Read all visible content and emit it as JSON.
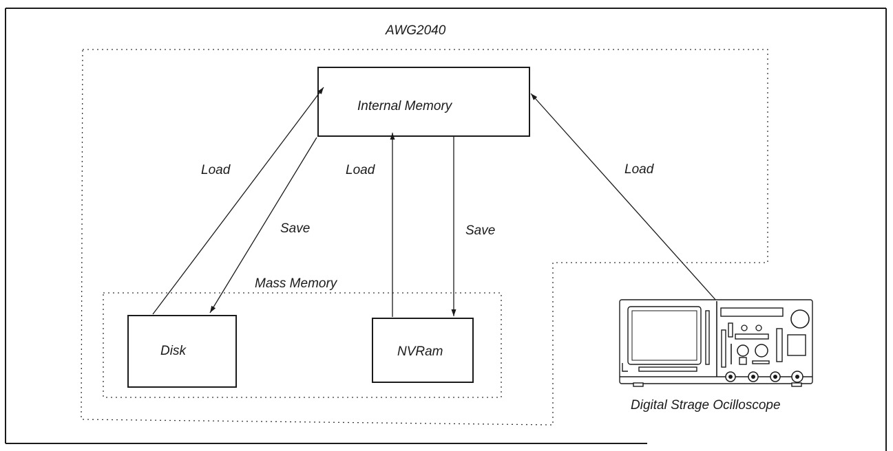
{
  "diagram": {
    "system_label": "AWG2040",
    "internal_memory_label": "Internal Memory",
    "mass_memory_label": "Mass Memory",
    "disk_label": "Disk",
    "nvram_label": "NVRam",
    "oscilloscope_label": "Digital Strage Ocilloscope",
    "arrows": {
      "disk_load": "Load",
      "disk_save": "Save",
      "nvram_load": "Load",
      "nvram_save": "Save",
      "scope_load": "Load"
    }
  },
  "icons": {
    "oscilloscope": "oscilloscope-icon"
  }
}
